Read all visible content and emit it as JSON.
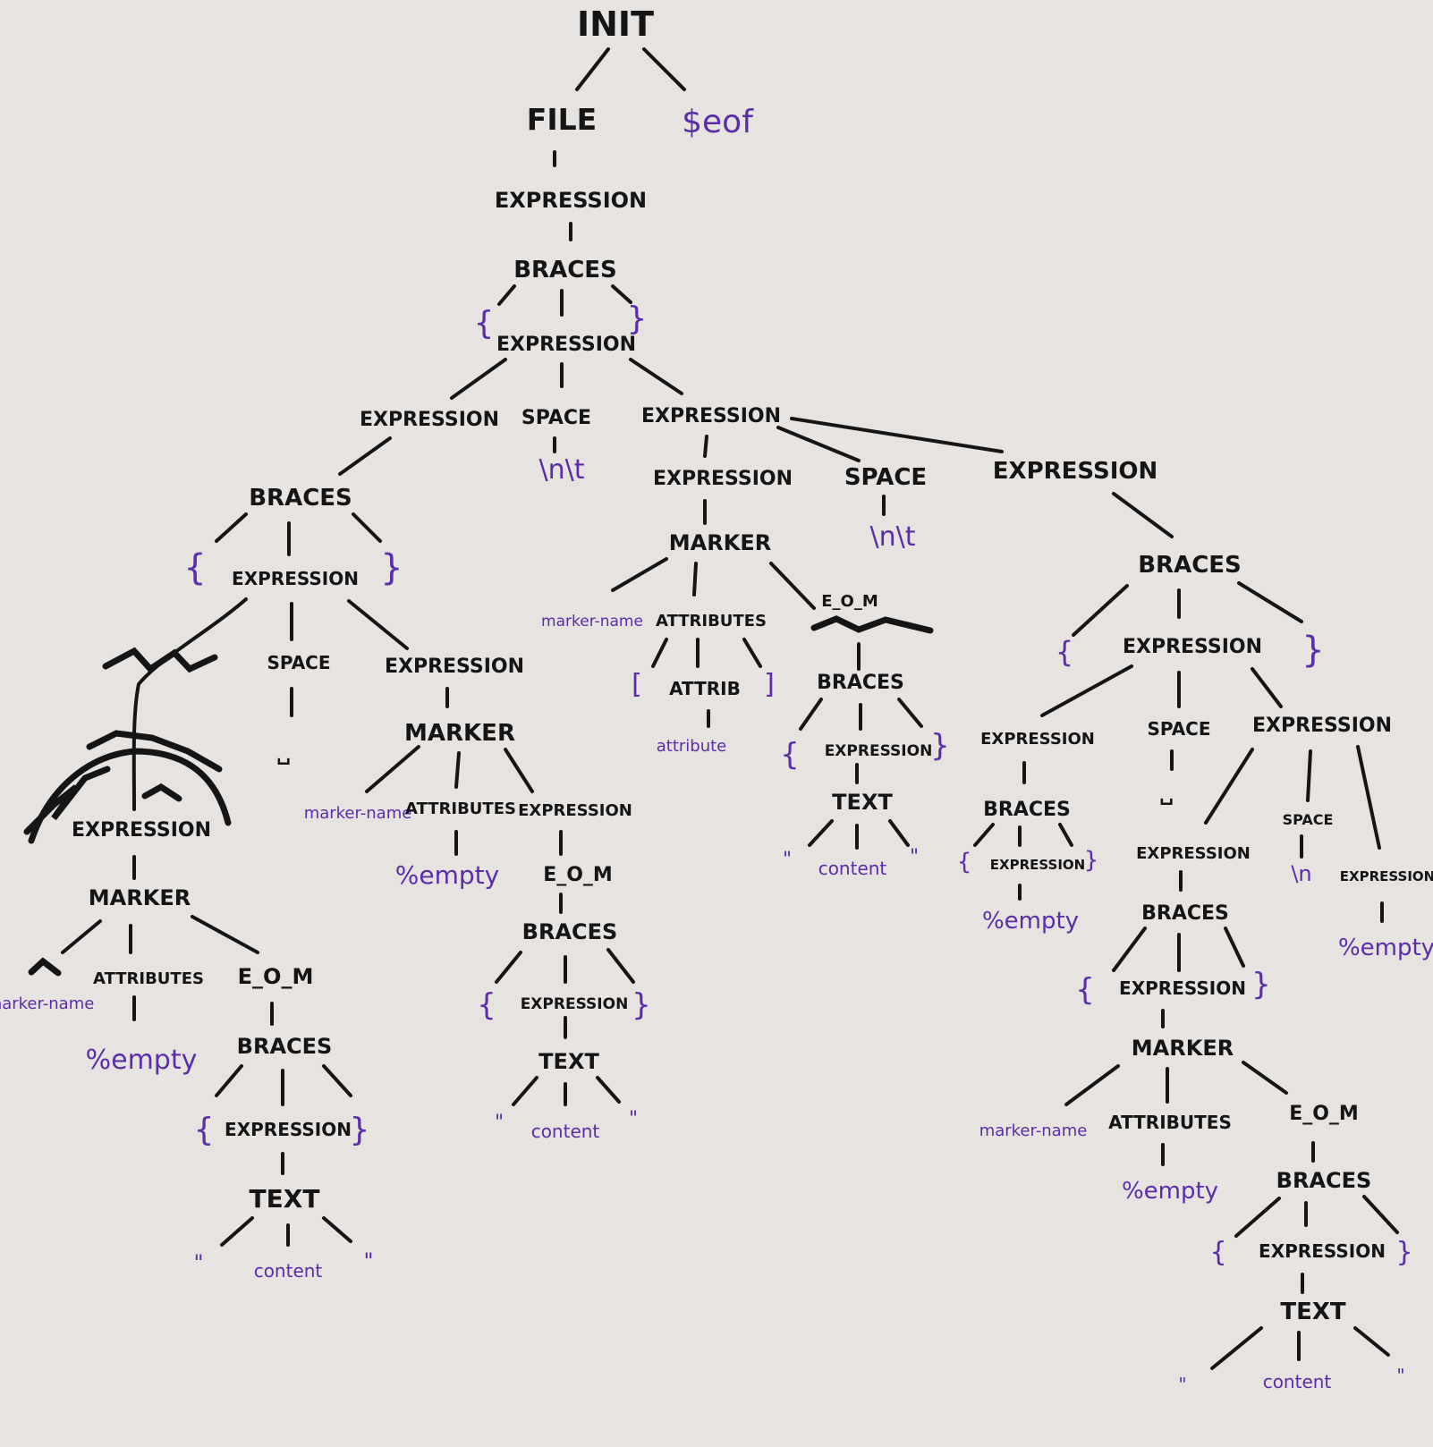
{
  "colors": {
    "paper": "#e6e3e1",
    "nonterminal": "#151515",
    "terminal": "#5b2da8"
  },
  "tree": {
    "labels": {
      "init": "INIT",
      "file": "FILE",
      "eof": "$eof",
      "expression": "EXPRESSION",
      "braces": "BRACES",
      "space": "SPACE",
      "marker": "MARKER",
      "attributes": "ATTRIBUTES",
      "attrib": "ATTRIB",
      "e_o_m": "E_O_M",
      "text": "TEXT",
      "open_brace": "{",
      "close_brace": "}",
      "open_bracket": "[",
      "close_bracket": "]",
      "quote": "\"",
      "content": "content",
      "empty": "%empty",
      "marker_name": "marker-name",
      "attribute": "attribute",
      "newline_tab": "\\n\\t",
      "newline": "\\n",
      "blank": "␣"
    }
  }
}
